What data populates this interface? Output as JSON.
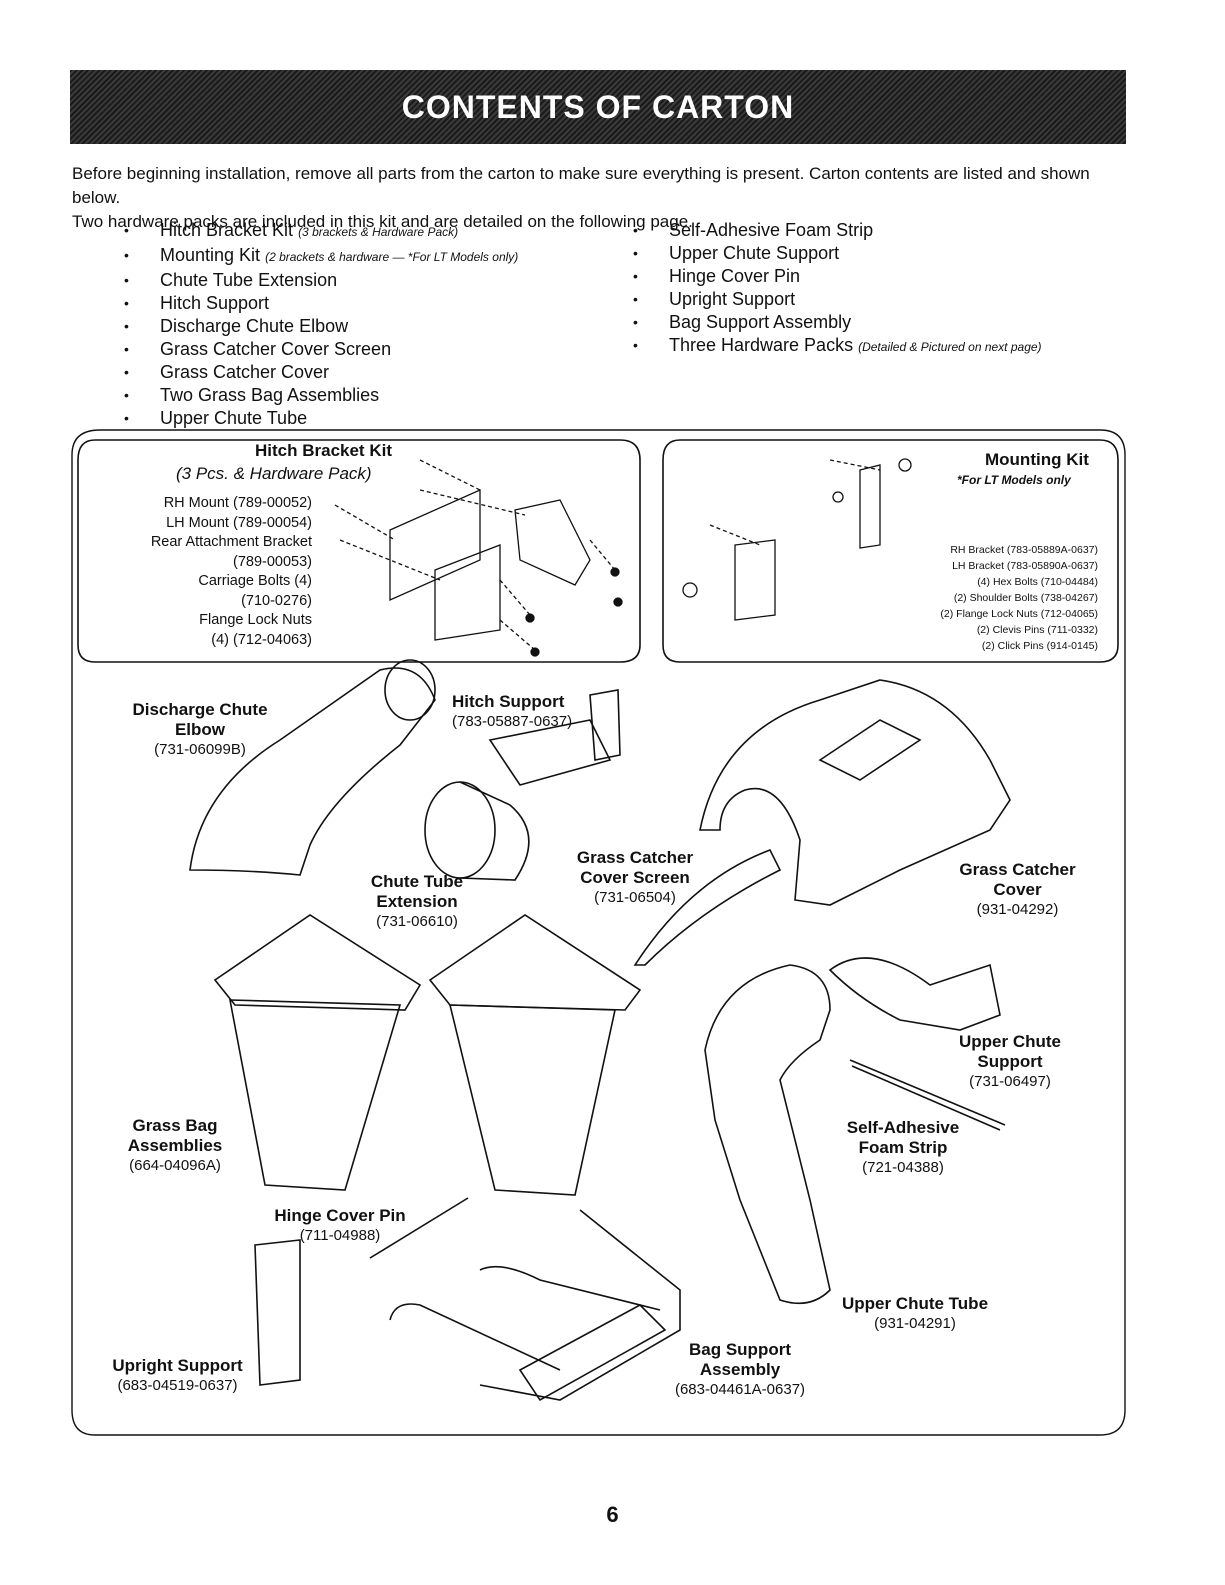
{
  "header": {
    "title": "CONTENTS OF CARTON"
  },
  "intro": {
    "line1": "Before beginning installation, remove all parts from the carton to make sure everything is present. Carton contents are listed and shown below.",
    "line2": "Two hardware packs are included in this kit and are detailed on the following page."
  },
  "contents_left": [
    {
      "label": "Hitch Bracket Kit",
      "note": "(3 brackets & Hardware Pack)"
    },
    {
      "label": "Mounting Kit",
      "note": "(2 brackets & hardware — *For LT Models only)"
    },
    {
      "label": "Chute Tube Extension",
      "note": ""
    },
    {
      "label": "Hitch Support",
      "note": ""
    },
    {
      "label": "Discharge Chute Elbow",
      "note": ""
    },
    {
      "label": "Grass Catcher Cover Screen",
      "note": ""
    },
    {
      "label": "Grass Catcher Cover",
      "note": ""
    },
    {
      "label": "Two Grass Bag Assemblies",
      "note": ""
    },
    {
      "label": "Upper Chute Tube",
      "note": ""
    }
  ],
  "contents_right": [
    {
      "label": "Self-Adhesive Foam Strip",
      "note": ""
    },
    {
      "label": "Upper Chute Support",
      "note": ""
    },
    {
      "label": "Hinge Cover Pin",
      "note": ""
    },
    {
      "label": "Upright Support",
      "note": ""
    },
    {
      "label": "Bag Support Assembly",
      "note": ""
    },
    {
      "label": "Three Hardware Packs",
      "note": "(Detailed & Pictured on next page)"
    }
  ],
  "hitch_bracket_kit": {
    "title": "Hitch Bracket Kit",
    "subtitle": "(3 Pcs. & Hardware Pack)",
    "parts": [
      "RH Mount (789-00052)",
      "LH Mount (789-00054)",
      "Rear Attachment Bracket",
      "(789-00053)",
      "Carriage Bolts (4)",
      "(710-0276)",
      "Flange Lock Nuts",
      "(4) (712-04063)"
    ]
  },
  "mounting_kit": {
    "title": "Mounting Kit",
    "subtitle": "*For LT Models only",
    "parts": [
      "RH Bracket (783-05889A-0637)",
      "LH Bracket (783-05890A-0637)",
      "(4) Hex Bolts (710-04484)",
      "(2) Shoulder Bolts (738-04267)",
      "(2) Flange Lock Nuts (712-04065)",
      "(2) Clevis Pins (711-0332)",
      "(2) Click Pins (914-0145)"
    ]
  },
  "parts": {
    "discharge_chute": {
      "line1": "Discharge Chute",
      "line2": "Elbow",
      "pn": "(731-06099B)"
    },
    "hitch_support": {
      "name": "Hitch Support",
      "pn": "(783-05887-0637)"
    },
    "chute_tube_ext": {
      "line1": "Chute Tube",
      "line2": "Extension",
      "pn": "(731-06610)"
    },
    "cover_screen": {
      "line1": "Grass Catcher",
      "line2": "Cover Screen",
      "pn": "(731-06504)"
    },
    "catcher_cover": {
      "line1": "Grass Catcher",
      "line2": "Cover",
      "pn": "(931-04292)"
    },
    "upper_chute_support": {
      "line1": "Upper Chute",
      "line2": "Support",
      "pn": "(731-06497)"
    },
    "foam_strip": {
      "line1": "Self-Adhesive",
      "line2": "Foam Strip",
      "pn": "(721-04388)"
    },
    "grass_bag": {
      "line1": "Grass Bag",
      "line2": "Assemblies",
      "pn": "(664-04096A)"
    },
    "hinge_pin": {
      "name": "Hinge Cover Pin",
      "pn": "(711-04988)"
    },
    "upper_chute_tube": {
      "name": "Upper Chute Tube",
      "pn": "(931-04291)"
    },
    "bag_support": {
      "line1": "Bag Support",
      "line2": "Assembly",
      "pn": "(683-04461A-0637)"
    },
    "upright_support": {
      "name": "Upright Support",
      "pn": "(683-04519-0637)"
    }
  },
  "page_number": "6"
}
